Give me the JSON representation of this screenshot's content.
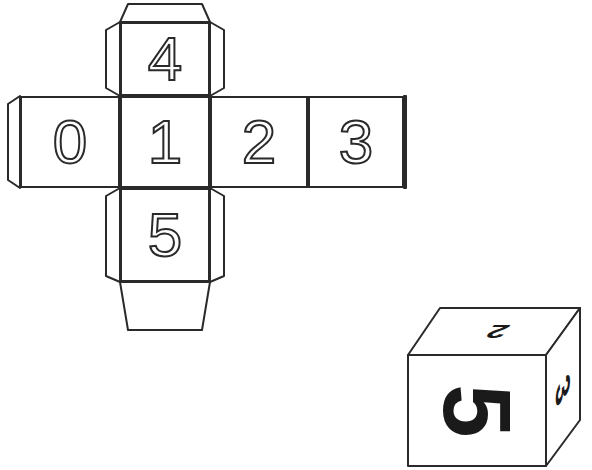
{
  "diagram": {
    "nodes": [
      {
        "text": [
          "4"
        ]
      },
      {
        "text": [
          "0"
        ]
      },
      {
        "text": [
          "1"
        ]
      },
      {
        "text": [
          "2"
        ]
      },
      {
        "text": [
          "3"
        ]
      },
      {
        "text": [
          "5"
        ]
      }
    ],
    "labels": [
      "2",
      "5",
      "3"
    ]
  }
}
